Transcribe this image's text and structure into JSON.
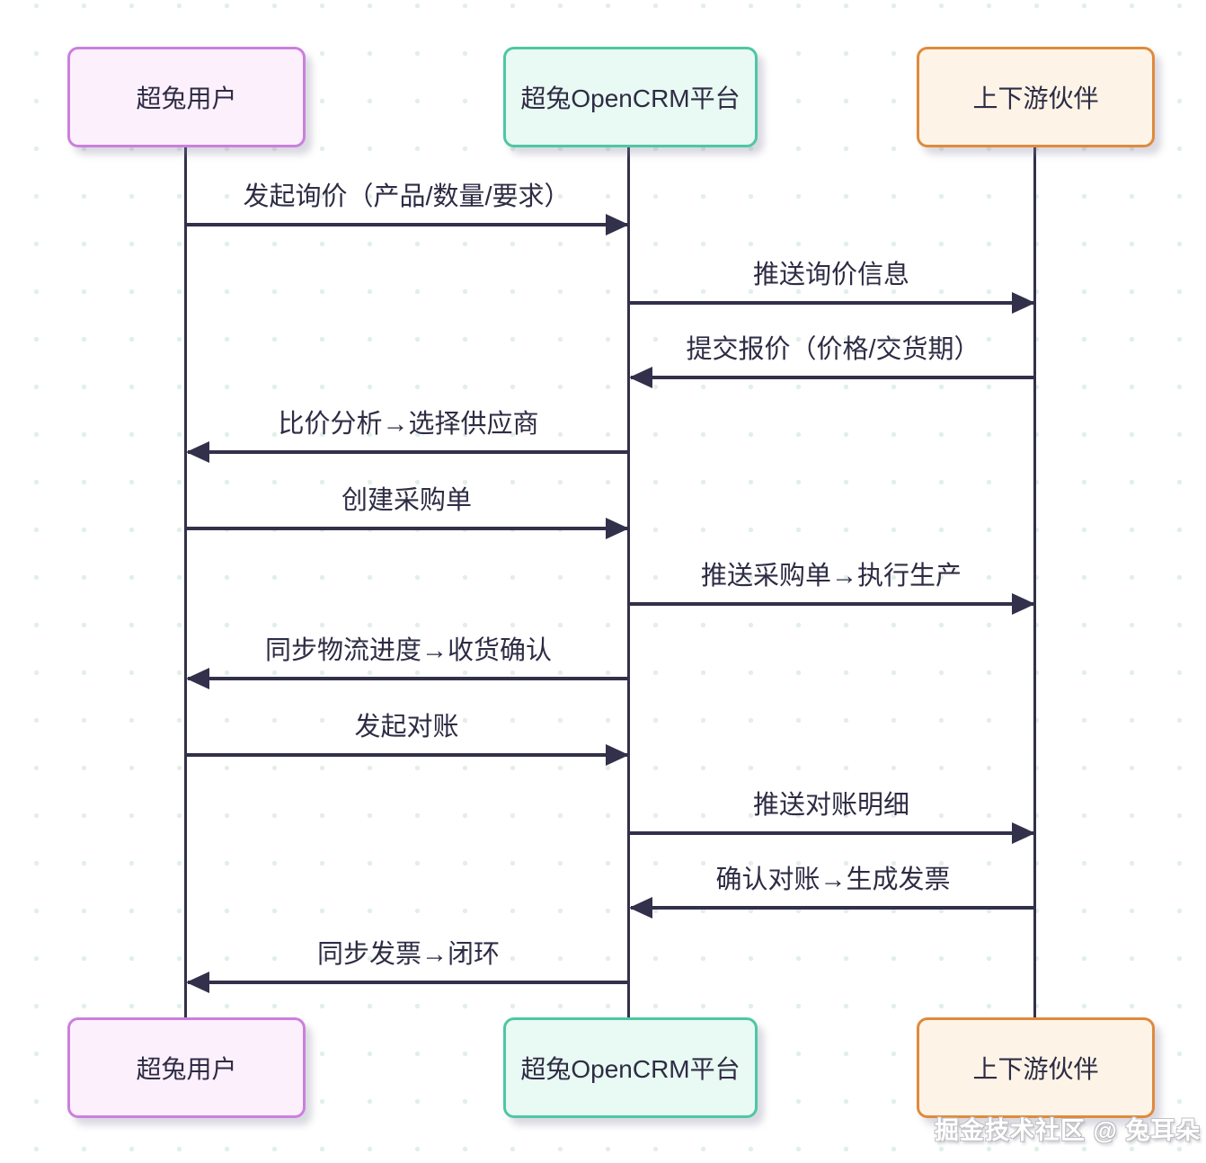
{
  "diagram": {
    "type": "sequence-diagram",
    "actors": [
      {
        "id": "user",
        "label": "超兔用户",
        "fill": "#fdf0fd",
        "border": "#cb7fdd"
      },
      {
        "id": "platform",
        "label": "超兔OpenCRM平台",
        "fill": "#e9f9f3",
        "border": "#4ec6a4"
      },
      {
        "id": "partner",
        "label": "上下游伙伴",
        "fill": "#fdf4e7",
        "border": "#e08a3c"
      }
    ],
    "messages": [
      {
        "from": "超兔用户",
        "to": "超兔OpenCRM平台",
        "direction": "right",
        "text": "发起询价（产品/数量/要求）"
      },
      {
        "from": "超兔OpenCRM平台",
        "to": "上下游伙伴",
        "direction": "right",
        "text": "推送询价信息"
      },
      {
        "from": "上下游伙伴",
        "to": "超兔OpenCRM平台",
        "direction": "left",
        "text": "提交报价（价格/交货期）"
      },
      {
        "from": "超兔OpenCRM平台",
        "to": "超兔用户",
        "direction": "left",
        "text": "比价分析→选择供应商"
      },
      {
        "from": "超兔用户",
        "to": "超兔OpenCRM平台",
        "direction": "right",
        "text": "创建采购单"
      },
      {
        "from": "超兔OpenCRM平台",
        "to": "上下游伙伴",
        "direction": "right",
        "text": "推送采购单→执行生产"
      },
      {
        "from": "超兔OpenCRM平台",
        "to": "超兔用户",
        "direction": "left",
        "text": "同步物流进度→收货确认"
      },
      {
        "from": "超兔用户",
        "to": "超兔OpenCRM平台",
        "direction": "right",
        "text": "发起对账"
      },
      {
        "from": "超兔OpenCRM平台",
        "to": "上下游伙伴",
        "direction": "right",
        "text": "推送对账明细"
      },
      {
        "from": "上下游伙伴",
        "to": "超兔OpenCRM平台",
        "direction": "left",
        "text": "确认对账→生成发票"
      },
      {
        "from": "超兔OpenCRM平台",
        "to": "超兔用户",
        "direction": "left",
        "text": "同步发票→闭环"
      }
    ],
    "watermark": "掘金技术社区 @ 兔耳朵",
    "colors": {
      "line": "#32304a",
      "grid_dot": "#e3efe9",
      "background": "#ffffff"
    }
  }
}
